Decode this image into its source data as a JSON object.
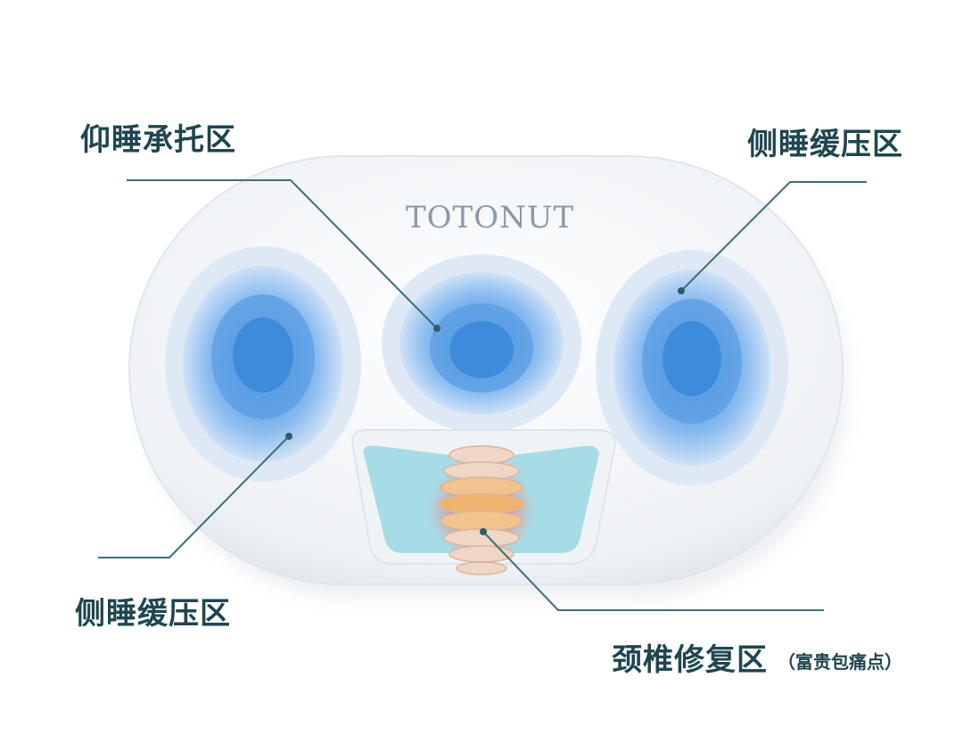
{
  "brand": "TOTONUT",
  "labels": {
    "top_left": "仰睡承托区",
    "top_right": "侧睡缓压区",
    "bottom_left": "侧睡缓压区",
    "bottom_right_main": "颈椎修复区",
    "bottom_right_note": "（富贵包痛点）"
  },
  "colors": {
    "pillow": "#f2f4f7",
    "zone_blue": "#4f98e0",
    "neck_pad": "#a6dce6",
    "leader_line": "#3d6f7c",
    "text": "#1f4650"
  }
}
